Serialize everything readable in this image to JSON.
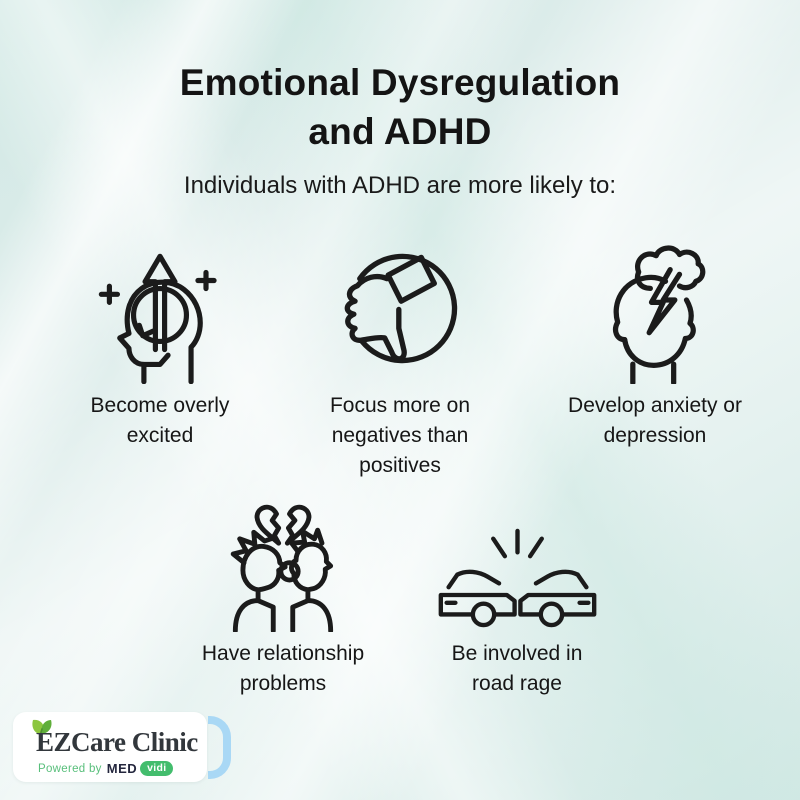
{
  "header": {
    "title_line1": "Emotional Dysregulation",
    "title_line2": "and ADHD",
    "subtitle": "Individuals with ADHD are more likely to:"
  },
  "items": [
    {
      "icon": "excited-head-icon",
      "label": "Become overly excited"
    },
    {
      "icon": "thumbs-down-icon",
      "label": "Focus more on negatives than positives"
    },
    {
      "icon": "storm-cloud-head-icon",
      "label": "Develop anxiety or depression"
    },
    {
      "icon": "broken-heart-couple-icon",
      "label": "Have relationship problems"
    },
    {
      "icon": "car-crash-icon",
      "label": "Be involved in road rage"
    }
  ],
  "footer": {
    "brand_name": "EZCare Clinic",
    "powered_by": "Powered by",
    "med_text": "MED",
    "vidi_text": "vidi"
  },
  "colors": {
    "background_mint": "#dcecea",
    "ink": "#1b1b1b",
    "brand_green": "#58bf7b",
    "badge_green": "#43bd6d",
    "med_navy": "#23263d",
    "bracket_blue": "#a9d8f5",
    "card_white": "#ffffff"
  }
}
